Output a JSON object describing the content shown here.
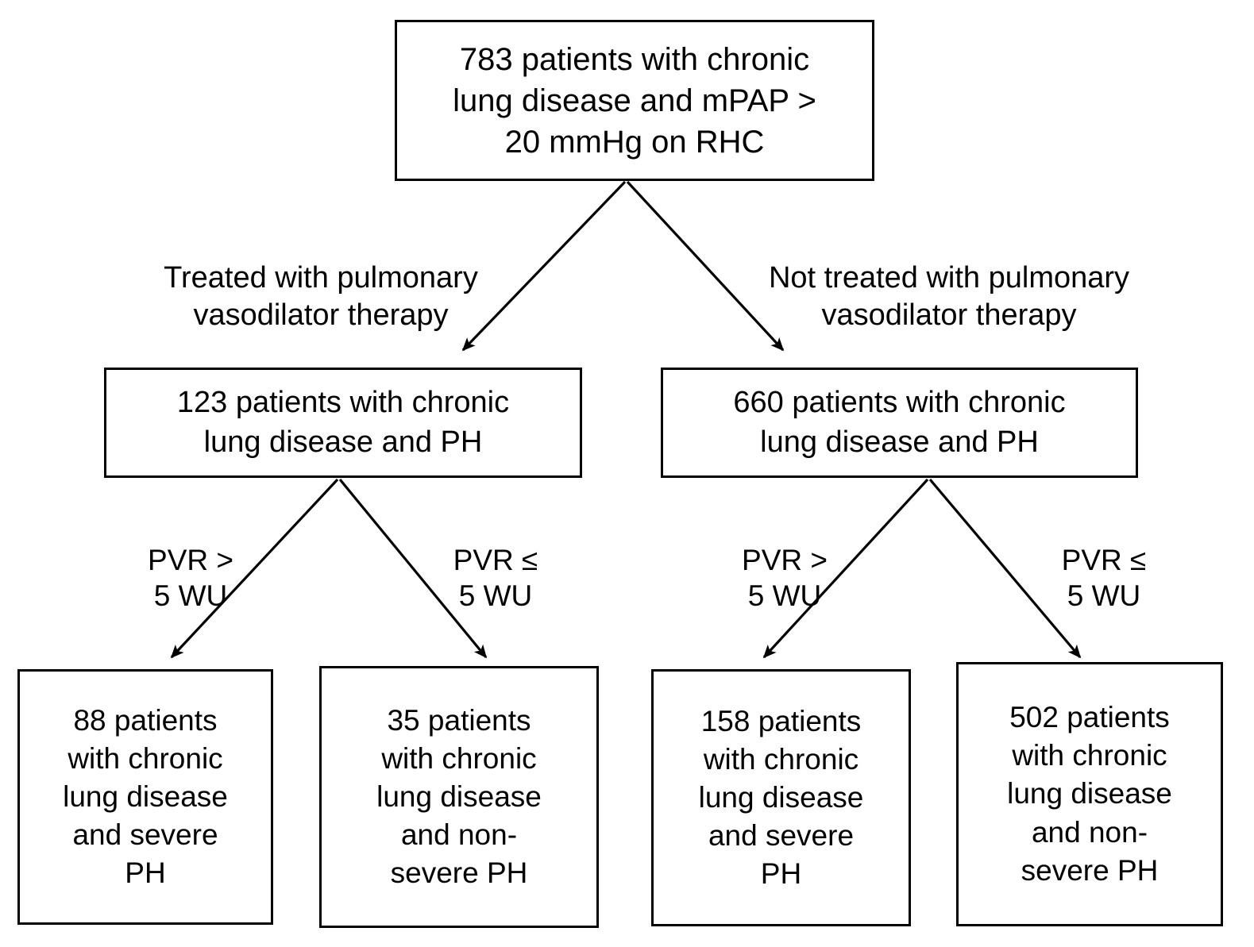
{
  "diagram": {
    "title": "Patient flow diagram: chronic lung disease with pulmonary hypertension",
    "stroke_color": "#000000",
    "background_color": "#ffffff",
    "nodes": {
      "root": {
        "label": "783 patients with chronic\nlung disease and mPAP >\n20 mmHg on RHC",
        "count": 783
      },
      "treated": {
        "label": "123 patients with chronic\nlung disease and PH",
        "count": 123
      },
      "untreated": {
        "label": "660 patients with chronic\nlung disease and PH",
        "count": 660
      },
      "treated_severe": {
        "label": "88 patients\nwith chronic\nlung disease\nand severe\nPH",
        "count": 88
      },
      "treated_nonsevere": {
        "label": "35 patients\nwith chronic\nlung disease\nand non-\nsevere PH",
        "count": 35
      },
      "untreated_severe": {
        "label": "158 patients\nwith chronic\nlung disease\nand severe\nPH",
        "count": 158
      },
      "untreated_nonsevere": {
        "label": "502 patients\nwith chronic\nlung disease\nand non-\nsevere PH",
        "count": 502
      }
    },
    "edge_labels": {
      "treated": "Treated with pulmonary\nvasodilator therapy",
      "untreated": "Not treated with pulmonary\nvasodilator therapy",
      "pvr_gt_left": "PVR >\n5 WU",
      "pvr_le_left": "PVR ≤\n5 WU",
      "pvr_gt_right": "PVR >\n5 WU",
      "pvr_le_right": "PVR ≤\n5 WU"
    }
  }
}
